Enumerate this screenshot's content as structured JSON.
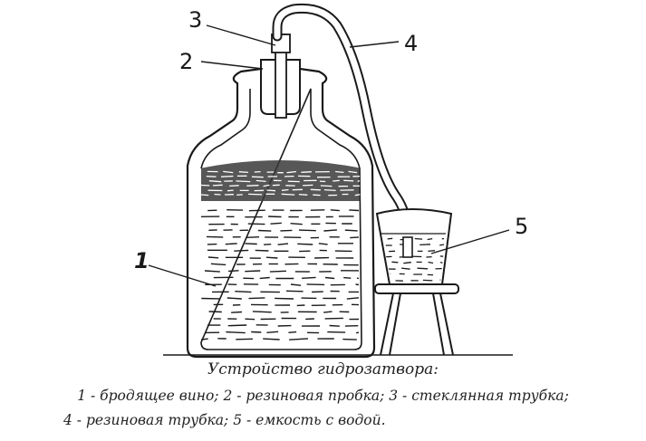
{
  "labels": {
    "n1": "1",
    "n2": "2",
    "n3": "3",
    "n4": "4",
    "n5": "5"
  },
  "caption": {
    "title": "Устройство гидрозатвора:",
    "line1": "1 - бродящее вино; 2 - резиновая пробка; 3 - стеклянная трубка;",
    "line2": "4 - резиновая трубка; 5 - емкость с водой."
  }
}
